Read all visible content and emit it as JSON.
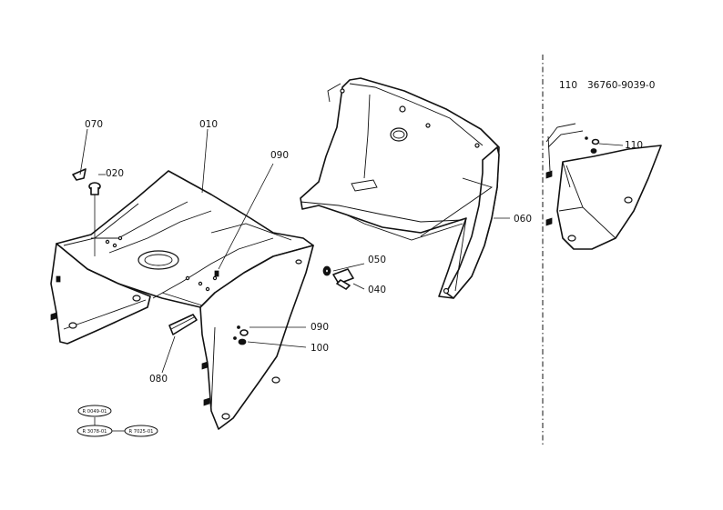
{
  "labels": {
    "p070": "070",
    "p010": "010",
    "p020": "020",
    "p090a": "090",
    "p090b": "090",
    "p100": "100",
    "p080": "080",
    "p050": "050",
    "p040": "040",
    "p060": "060",
    "p110": "110"
  },
  "variant": {
    "number": "110",
    "part_code": "36760-9039-0"
  },
  "refs": {
    "top": "R 0049-01",
    "left": "R 3078-01",
    "right": "R 7025-01"
  }
}
